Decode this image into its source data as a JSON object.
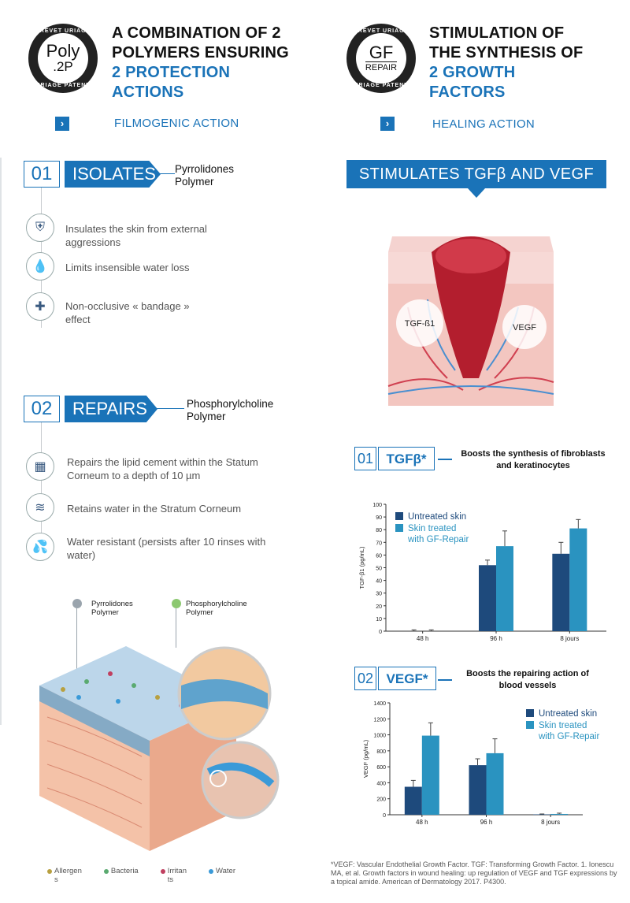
{
  "left_badge": {
    "ring_top": "BREVET URIAGE",
    "ring_bottom": "URIAGE PATENT",
    "line1": "Poly",
    "line2": ".2P"
  },
  "right_badge": {
    "ring_top": "BREVET URIAGE",
    "ring_bottom": "URIAGE PATENT",
    "line1": "GF",
    "line2": "REPAIR"
  },
  "left_heading": {
    "line1": "A COMBINATION OF 2",
    "line2": "POLYMERS ENSURING",
    "line3": "2 PROTECTION",
    "line4": "ACTIONS"
  },
  "right_heading": {
    "line1": "STIMULATION OF",
    "line2": "THE SYNTHESIS OF",
    "line3": "2 GROWTH",
    "line4": "FACTORS"
  },
  "left_action": "FILMOGENIC ACTION",
  "right_action": "HEALING ACTION",
  "section1": {
    "num": "01",
    "tag": "ISOLATES",
    "sub1": "Pyrrolidones",
    "sub2": "Polymer",
    "features": [
      {
        "icon": "shield-icon",
        "text1": "Insulates the skin from external",
        "text2": "aggressions"
      },
      {
        "icon": "water-drop-icon",
        "text1": "Limits insensible water loss",
        "text2": ""
      },
      {
        "icon": "bandage-icon",
        "text1": "Non-occlusive « bandage »",
        "text2": "effect"
      }
    ]
  },
  "section2": {
    "num": "02",
    "tag": "REPAIRS",
    "sub1": "Phosphorylcholine",
    "sub2": "Polymer",
    "features": [
      {
        "icon": "brick-wall-icon",
        "text1": "Repairs the lipid cement within the Statum",
        "text2": "Corneum to a depth of 10 µm"
      },
      {
        "icon": "skin-layers-icon",
        "text1": "Retains water in the Stratum Corneum",
        "text2": ""
      },
      {
        "icon": "water-drops-icon",
        "text1": "Water resistant (persists after 10 rinses with",
        "text2": "water)"
      }
    ]
  },
  "illustration": {
    "label1a": "Pyrrolidones",
    "label1b": "Polymer",
    "label2a": "Phosphorylcholine",
    "label2b": "Polymer",
    "legend": [
      {
        "label": "Allergen",
        "label2": "s",
        "color": "#b8a040"
      },
      {
        "label": "Bacteria",
        "label2": "",
        "color": "#5aaa70"
      },
      {
        "label": "Irritan",
        "label2": "ts",
        "color": "#c04060"
      },
      {
        "label": "Water",
        "label2": "",
        "color": "#3a9ad8"
      }
    ]
  },
  "stimulates": "STIMULATES TGFβ AND VEGF",
  "wound": {
    "left_label": "TGF-ß1",
    "right_label": "VEGF"
  },
  "chart_data": [
    {
      "type": "bar",
      "num": "01",
      "tag": "TGFβ*",
      "title1": "Boosts the synthesis of fibroblasts",
      "title2": "and keratinocytes",
      "ylabel": "TGF-β1 (pg/mL)",
      "ylim": [
        0,
        100
      ],
      "yticks": [
        "0",
        "10",
        "20",
        "30",
        "40",
        "50",
        "60",
        "70",
        "80",
        "90",
        "100"
      ],
      "categories": [
        "48 h",
        "96 h",
        "8 jours"
      ],
      "series": [
        {
          "name": "Untreated skin",
          "values": [
            0,
            52,
            61
          ],
          "errors": [
            1,
            4,
            9
          ],
          "color": "#1e4a7c"
        },
        {
          "name": "Skin treated with GF-Repair",
          "values": [
            0,
            67,
            81
          ],
          "errors": [
            1,
            12,
            7
          ],
          "color": "#2a93c0"
        }
      ],
      "legend": [
        "Untreated skin",
        "Skin treated",
        "with GF-Repair"
      ]
    },
    {
      "type": "bar",
      "num": "02",
      "tag": "VEGF*",
      "title1": "Boosts the repairing action of",
      "title2": "blood vessels",
      "ylabel": "VEGF (pg/mL)",
      "ylim": [
        0,
        1400
      ],
      "yticks": [
        "0",
        "200",
        "400",
        "600",
        "800",
        "1000",
        "1200",
        "1400"
      ],
      "categories": [
        "48 h",
        "96 h",
        "8 jours"
      ],
      "series": [
        {
          "name": "Untreated skin",
          "values": [
            350,
            620,
            5
          ],
          "errors": [
            80,
            80,
            5
          ],
          "color": "#1e4a7c"
        },
        {
          "name": "Skin treated with GF-Repair",
          "values": [
            990,
            770,
            10
          ],
          "errors": [
            160,
            180,
            10
          ],
          "color": "#2a93c0"
        }
      ],
      "legend": [
        "Untreated skin",
        "Skin treated",
        "with GF-Repair"
      ]
    }
  ],
  "footnote": [
    "*VEGF: Vascular Endothelial Growth Factor. TGF: Transforming Growth Factor. 1. Ionescu",
    "MA, et al. Growth factors in wound healing: up regulation of VEGF and TGF expressions by",
    "a topical amide. American of Dermatology 2017. P4300."
  ]
}
